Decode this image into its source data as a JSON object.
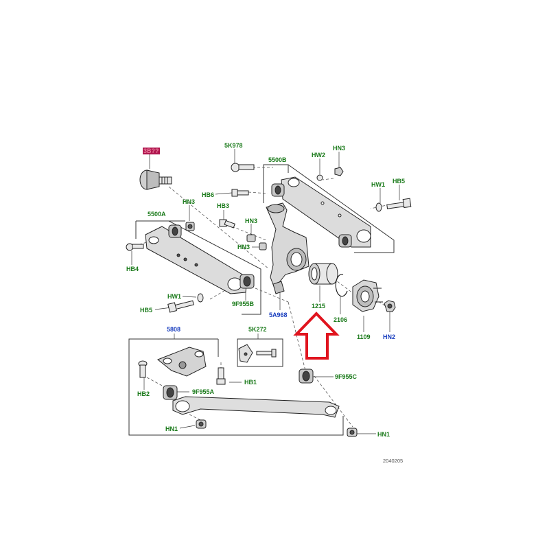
{
  "colors": {
    "label_green": "#1a7a1a",
    "label_blue": "#1a3fbf",
    "highlight": "#b0174f",
    "arrow_red": "#e0141e",
    "line": "#333333"
  },
  "labels": {
    "p3b": "3B??",
    "p5K978": "5K978",
    "p5500B": "5500B",
    "pHW2": "HW2",
    "pHN3a": "HN3",
    "pHW1a": "HW1",
    "pHB5a": "HB5",
    "pHB6": "HB6",
    "pHN3b": "HN3",
    "pHB3": "HB3",
    "p5500A": "5500A",
    "pHN3c": "HN3",
    "pHN3d": "HN3",
    "pHB4": "HB4",
    "pHW1b": "HW1",
    "pHB5b": "HB5",
    "p9F955B": "9F955B",
    "p5A968": "5A968",
    "p1215": "1215",
    "p2106": "2106",
    "p1109": "1109",
    "pHN2": "HN2",
    "p5808": "5808",
    "p5K272": "5K272",
    "pHB1": "HB1",
    "p9F955C": "9F955C",
    "pHB2": "HB2",
    "p9F955A": "9F955A",
    "pHN1a": "HN1",
    "pHN1b": "HN1"
  },
  "ref_code": "2040205"
}
